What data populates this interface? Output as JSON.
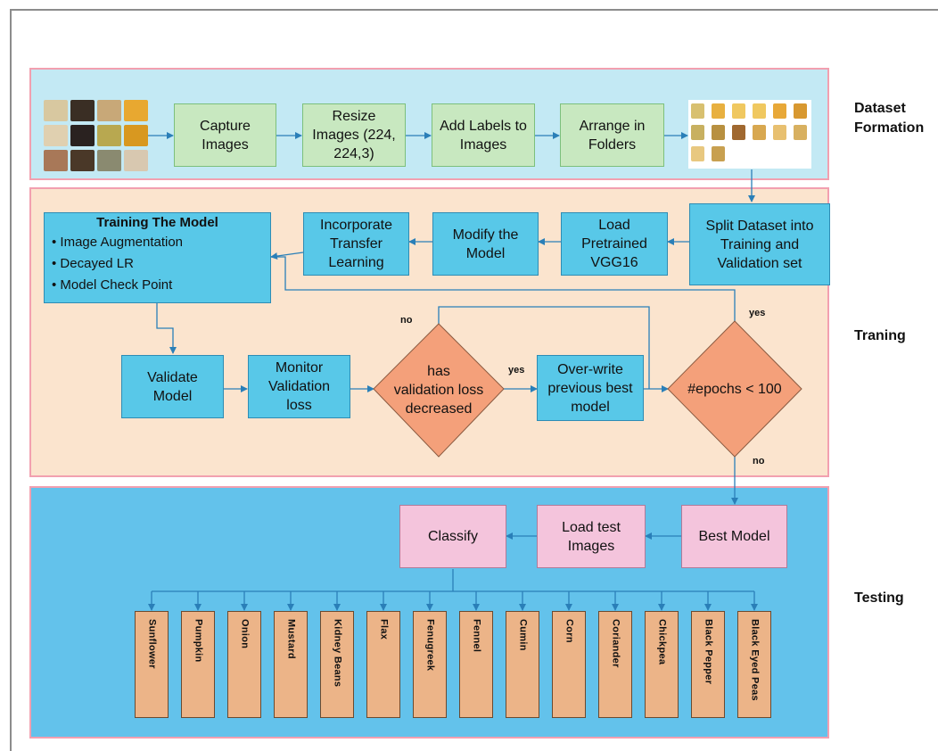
{
  "sections": {
    "dataset": "Dataset\nFormation",
    "training": "Traning",
    "testing": "Testing"
  },
  "dataset_boxes": [
    "Capture\nImages",
    "Resize\nImages (224,\n224,3)",
    "Add Labels to\nImages",
    "Arrange in\nFolders"
  ],
  "training": {
    "split": "Split Dataset into\nTraining and\nValidation set",
    "load_pretrained": "Load\nPretrained\nVGG16",
    "modify": "Modify the\nModel",
    "transfer": "Incorporate\nTransfer\nLearning",
    "train_title": "Training The Model",
    "train_items": [
      "Image Augmentation",
      "Decayed LR",
      "Model Check Point"
    ],
    "validate": "Validate\nModel",
    "monitor": "Monitor\nValidation\nloss",
    "decision_loss": "has\nvalidation loss\ndecreased",
    "overwrite": "Over-write\nprevious best\nmodel",
    "decision_epochs": "#epochs < 100",
    "label_no_loss": "no",
    "label_yes_loss": "yes",
    "label_yes_epochs": "yes",
    "label_no_epochs": "no"
  },
  "testing": {
    "best_model": "Best Model",
    "load_test": "Load test\nImages",
    "classify": "Classify",
    "classes": [
      "Sunflower",
      "Pumpkin",
      "Onion",
      "Mustard",
      "Kidney Beans",
      "Flax",
      "Fenugreek",
      "Fennel",
      "Cumin",
      "Corn",
      "Coriander",
      "Chickpea",
      "Black Pepper",
      "Black Eyed Peas"
    ]
  },
  "colors": {
    "dataset_bg": "#c3e9f4",
    "training_bg": "#fbe4ce",
    "testing_bg": "#63c2eb",
    "arrow": "#2a7fb8",
    "decision": "#f4a07a"
  }
}
